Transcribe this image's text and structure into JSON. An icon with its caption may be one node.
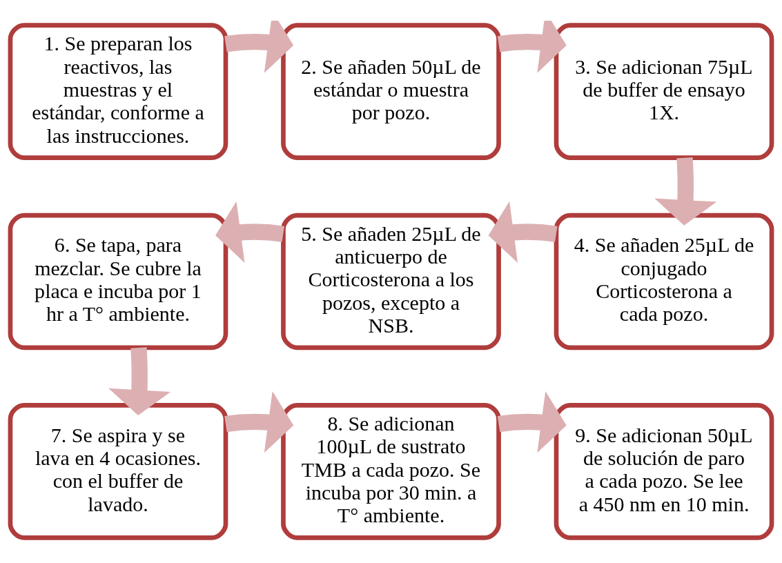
{
  "diagram": {
    "nodes": [
      {
        "text": [
          "1. Se preparan los reactivos, las muestras y el estándar, conforme a las instrucciones."
        ]
      },
      {
        "text": [
          "2. Se añaden 50µL de estándar o muestra por pozo."
        ]
      },
      {
        "text": [
          "3. Se adicionan 75µL de buffer de ensayo 1X."
        ]
      },
      {
        "text": [
          "4. Se añaden 25µL de conjugado Corticosterona a cada pozo."
        ]
      },
      {
        "text": [
          "5. Se añaden 25µL de anticuerpo de Corticosterona a los pozos, excepto a NSB."
        ]
      },
      {
        "text": [
          "6. Se tapa, para mezclar. Se cubre la placa e incuba por 1 hr a T° ambiente."
        ]
      },
      {
        "text": [
          "7. Se aspira y se lava en 4 ocasiones. con el buffer de lavado."
        ]
      },
      {
        "text": [
          "8. Se adicionan 100µL de sustrato TMB a cada pozo. Se incuba por 30 min. a T° ambiente."
        ]
      },
      {
        "text": [
          "9. Se adicionan 50µL de solución de paro a cada pozo. Se lee a 450 nm en 10 min."
        ]
      }
    ],
    "edges": [
      {
        "from": 0,
        "to": 1,
        "arrow": "to"
      },
      {
        "from": 1,
        "to": 2,
        "arrow": "to"
      },
      {
        "from": 2,
        "to": 3,
        "arrow": "to"
      },
      {
        "from": 3,
        "to": 4,
        "arrow": "to"
      },
      {
        "from": 4,
        "to": 5,
        "arrow": "to"
      },
      {
        "from": 5,
        "to": 6,
        "arrow": "to"
      },
      {
        "from": 6,
        "to": 7,
        "arrow": "to"
      },
      {
        "from": 7,
        "to": 8,
        "arrow": "to"
      }
    ]
  }
}
